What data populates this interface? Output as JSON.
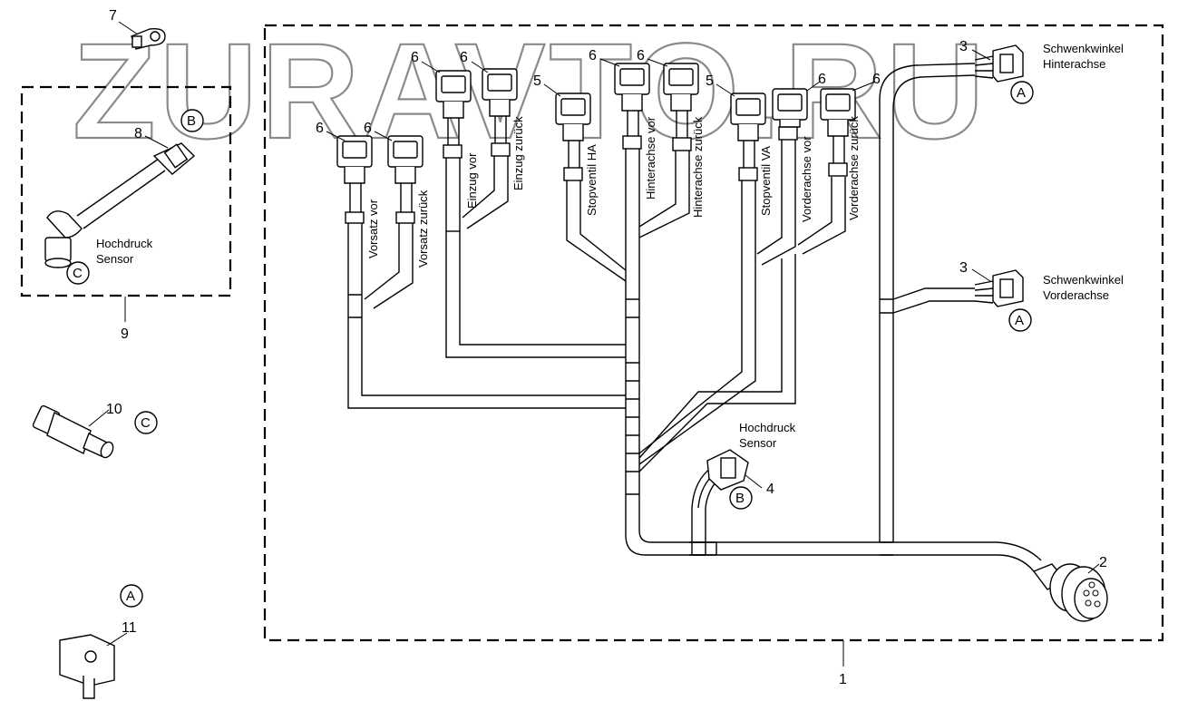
{
  "watermark": "ZURAVTO.RU",
  "callouts": {
    "c1": "1",
    "c2": "2",
    "c3a": "3",
    "c3b": "3",
    "c4": "4",
    "c5a": "5",
    "c5b": "5",
    "c6a": "6",
    "c6b": "6",
    "c6c": "6",
    "c6d": "6",
    "c6e": "6",
    "c6f": "6",
    "c6g": "6",
    "c6h": "6",
    "c7": "7",
    "c8": "8",
    "c9": "9",
    "c10": "10",
    "c11": "11"
  },
  "circles": {
    "a1": "A",
    "a2": "A",
    "a3": "A",
    "b1": "B",
    "b2": "B",
    "c1": "C",
    "c2": "C"
  },
  "labels": {
    "schwenk_hinten_1": "Schwenkwinkel",
    "schwenk_hinten_2": "Hinterachse",
    "schwenk_vorne_1": "Schwenkwinkel",
    "schwenk_vorne_2": "Vorderachse",
    "hochdruck_main_1": "Hochdruck",
    "hochdruck_main_2": "Sensor",
    "hochdruck_box_1": "Hochdruck",
    "hochdruck_box_2": "Sensor"
  },
  "wire_labels": {
    "vorsatz_vor": "Vorsatz vor",
    "vorsatz_zurueck": "Vorsatz zurück",
    "einzug_vor": "Einzug vor",
    "einzug_zurueck": "Einzug zurück",
    "stopventil_ha": "Stopventil HA",
    "hinterachse_vor": "Hinterachse vor",
    "hinterachse_zurueck": "Hinterachse zurück",
    "stopventil_va": "Stopventil VA",
    "vorderachse_vor": "Vorderachse vor",
    "vorderachse_zurueck": "Vorderachse zurück"
  }
}
